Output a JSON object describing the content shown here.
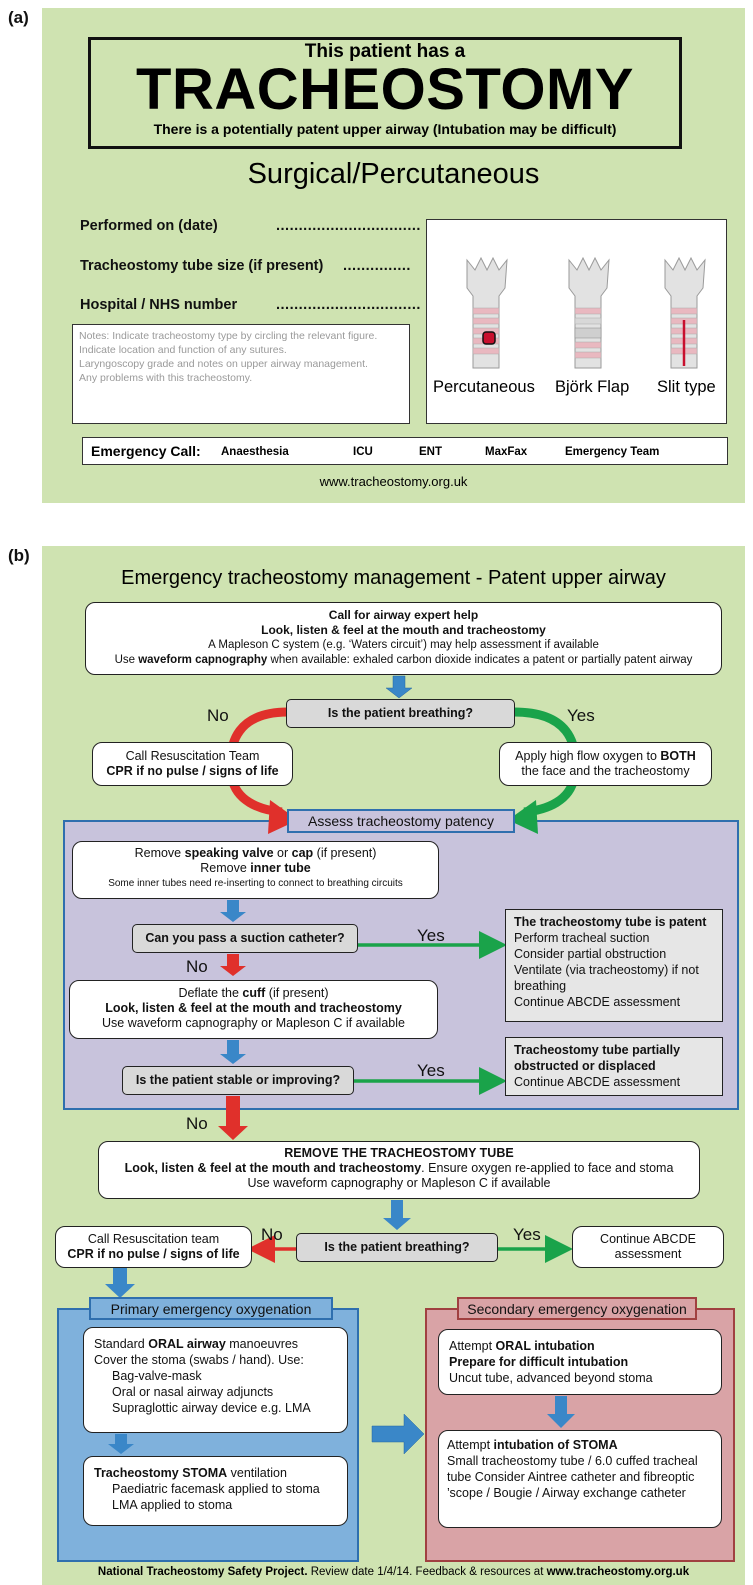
{
  "panel_a": {
    "label": "(a)",
    "header_line1": "This patient has a",
    "header_title": "TRACHEOSTOMY",
    "header_line2": "There is a potentially patent upper airway (Intubation may be difficult)",
    "type": "Surgical/Percutaneous",
    "fields": [
      {
        "label": "Performed on (date)",
        "dots": "................................"
      },
      {
        "label": "Tracheostomy tube size (if present)",
        "dots": "..............."
      },
      {
        "label": "Hospital / NHS number",
        "dots": "................................"
      }
    ],
    "notes": [
      "Notes: Indicate tracheostomy type by circling the relevant figure.",
      "Indicate location and function of any sutures.",
      "Laryngoscopy grade and notes on upper airway management.",
      "Any problems with this tracheostomy."
    ],
    "figure_labels": [
      "Percutaneous",
      "Björk Flap",
      "Slit type"
    ],
    "emergency_call": {
      "label": "Emergency Call:",
      "items": [
        "Anaesthesia",
        "ICU",
        "ENT",
        "MaxFax",
        "Emergency Team"
      ]
    },
    "website": "www.tracheostomy.org.uk"
  },
  "panel_b": {
    "label": "(b)",
    "title": "Emergency tracheostomy management - Patent upper airway",
    "top_box": {
      "line1": "Call for airway expert help",
      "line2": "Look, listen & feel at the mouth and tracheostomy",
      "line3": "A Mapleson C system (e.g. ‘Waters circuit’) may help assessment if available",
      "line4_pre": "Use ",
      "line4_bold": "waveform capnography",
      "line4_post": " when available:  exhaled carbon dioxide indicates a patent or partially patent airway"
    },
    "q_breathing": "Is the patient breathing?",
    "no": "No",
    "yes": "Yes",
    "resus_box": {
      "line1": "Call Resuscitation Team",
      "line2": "CPR if no pulse / signs of life"
    },
    "oxygen_box": {
      "line1_pre": "Apply high flow oxygen to ",
      "line1_bold": "BOTH",
      "line2": "the face and the tracheostomy"
    },
    "assess_title": "Assess tracheostomy patency",
    "remove_box": {
      "l1_pre": "Remove ",
      "l1_b1": "speaking valve",
      "l1_mid": " or ",
      "l1_b2": "cap",
      "l1_post": " (if present)",
      "l2_pre": "Remove ",
      "l2_b": "inner tube",
      "l3": "Some inner tubes need re-inserting to connect to breathing circuits"
    },
    "q_suction": "Can you pass a suction catheter?",
    "patent_box": {
      "title": "The tracheostomy tube is patent",
      "items": [
        "Perform tracheal suction",
        "Consider partial obstruction",
        "Ventilate (via tracheostomy) if not breathing",
        "Continue ABCDE assessment"
      ]
    },
    "deflate_box": {
      "l1_pre": "Deflate the ",
      "l1_b": "cuff",
      "l1_post": " (if present)",
      "l2": "Look, listen & feel at the mouth and tracheostomy",
      "l3": "Use waveform capnography or Mapleson C if available"
    },
    "q_stable": "Is the patient stable or improving?",
    "partial_box": {
      "title": "Tracheostomy tube partially obstructed or displaced",
      "item": "Continue ABCDE assessment"
    },
    "remove_tube_box": {
      "l1": "REMOVE THE TRACHEOSTOMY TUBE",
      "l2_b": "Look, listen & feel at the mouth and tracheostomy",
      "l2_post": ". Ensure oxygen re-applied to face and stoma",
      "l3": "Use waveform capnography or Mapleson C if available"
    },
    "q_breathing2": "Is the patient breathing?",
    "resus_box2": {
      "line1": "Call Resuscitation team",
      "line2": "CPR if no pulse / signs of life"
    },
    "abcde_box": {
      "line1": "Continue ABCDE",
      "line2": "assessment"
    },
    "primary": {
      "title": "Primary emergency oxygenation",
      "box1": {
        "l1_pre": "Standard ",
        "l1_b": "ORAL airway",
        "l1_post": " manoeuvres",
        "l2": "Cover the stoma (swabs / hand). Use:",
        "items": [
          "Bag-valve-mask",
          "Oral or nasal airway adjuncts",
          "Supraglottic airway device e.g. LMA"
        ]
      },
      "box2": {
        "l1_b": "Tracheostomy STOMA",
        "l1_post": " ventilation",
        "items": [
          "Paediatric facemask applied to stoma",
          "LMA applied to stoma"
        ]
      }
    },
    "secondary": {
      "title": "Secondary emergency oxygenation",
      "box1": {
        "l1_pre": "Attempt ",
        "l1_b": "ORAL intubation",
        "l2": "Prepare for difficult intubation",
        "l3": "Uncut tube, advanced beyond stoma"
      },
      "box2": {
        "l1_pre": "Attempt ",
        "l1_b": "intubation of STOMA",
        "l2": "Small tracheostomy tube / 6.0 cuffed tracheal tube Consider Aintree catheter and fibreoptic ’scope / Bougie / Airway exchange catheter"
      }
    },
    "footer": {
      "b1": "National Tracheostomy Safety Project.",
      "mid": " Review date 1/4/14. Feedback & resources at ",
      "b2": "www.tracheostomy.org.uk"
    }
  },
  "colors": {
    "panel_bg": "#cfe3b1",
    "assess_bg": "#c8c3dc",
    "assess_border": "#2f6fae",
    "primary_bg": "#7fb1dc",
    "secondary_bg": "#d9a3a6",
    "arrow_blue": "#3a87c8",
    "arrow_red": "#e0302b",
    "arrow_green": "#1aa34a"
  }
}
